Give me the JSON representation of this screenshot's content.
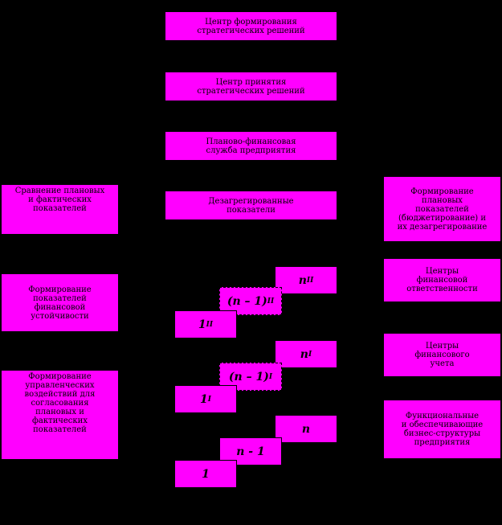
{
  "center": [
    "Центр формирования\nстратегических решений",
    "Центр принятия\nстратегических решений",
    "Планово-финансовая\nслужба предприятия",
    "Дезагрегированные\nпоказатели"
  ],
  "left": [
    "Сравнение плановых\nи фактических\nпоказателей",
    "Формирование\nпоказателей\nфинансовой\nустойчивости",
    "Формирование\nуправленческих\nвоздействий для\nсогласования\nплановых и\nфактических\nпоказателей"
  ],
  "right": [
    "Формирование\nплановых\nпоказателей\n(бюджетирование) и\nих дезагрегирование",
    "Центры\nфинансовой\nответственности",
    "Центры\nфинансового\nучета",
    "Функциональные\nи обеспечивающие\nбизнес-структуры\nпредприятия"
  ],
  "levels": {
    "group_ii": {
      "top": "n",
      "top_sup": "II",
      "mid": "(n – 1)",
      "mid_sup": "II",
      "low": "1",
      "low_sup": "II"
    },
    "group_i": {
      "top": "n",
      "top_sup": "I",
      "mid": "(n – 1)",
      "mid_sup": "I",
      "low": "1",
      "low_sup": "I"
    },
    "group_0": {
      "top": "n",
      "mid": "n - 1",
      "low": "1"
    }
  }
}
